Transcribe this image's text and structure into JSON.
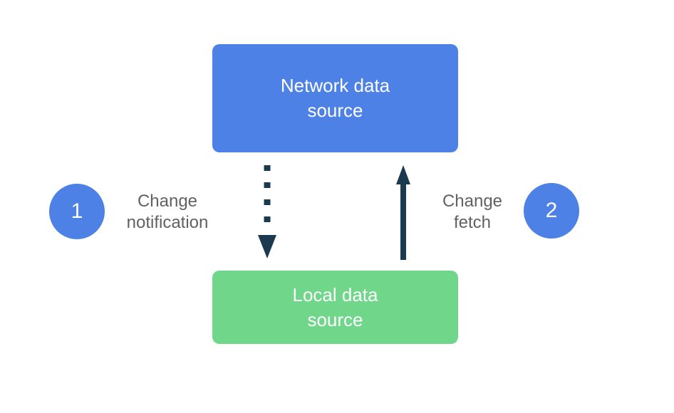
{
  "colors": {
    "background": "#FFFFFF",
    "network_box": "#4D81E6",
    "local_box": "#6FD68A",
    "badge": "#4D81E6",
    "arrow": "#1B3A4F",
    "box_text": "#FFFFFF",
    "label_text": "#616161"
  },
  "nodes": {
    "network": {
      "label": "Network data source",
      "lines": [
        "Network data",
        "source"
      ]
    },
    "local": {
      "label": "Local data source",
      "lines": [
        "Local data",
        "source"
      ]
    }
  },
  "steps": [
    {
      "number": "1",
      "label": "Change notification",
      "lines": [
        "Change",
        "notification"
      ],
      "arrow_style": "dotted",
      "direction": "down"
    },
    {
      "number": "2",
      "label": "Change fetch",
      "lines": [
        "Change",
        "fetch"
      ],
      "arrow_style": "solid",
      "direction": "up"
    }
  ]
}
